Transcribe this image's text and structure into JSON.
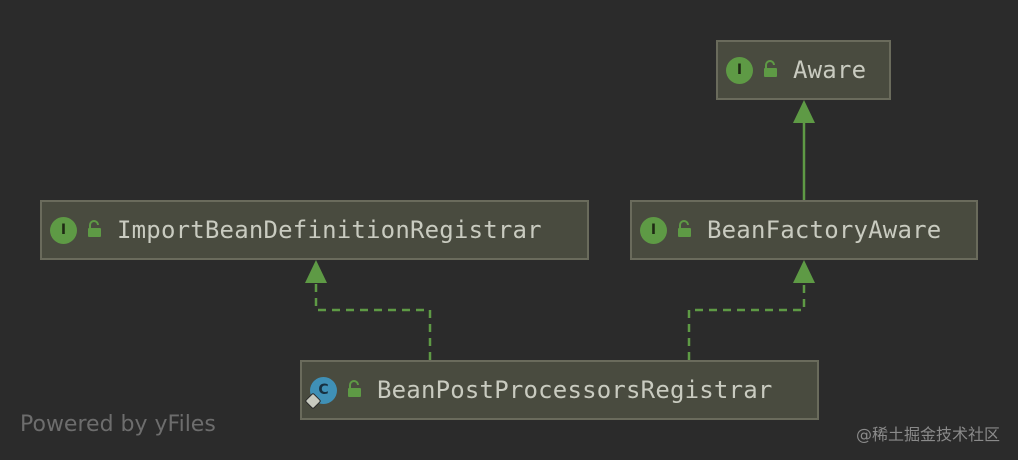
{
  "nodes": {
    "aware": {
      "kind_letter": "I",
      "label": "Aware"
    },
    "import_bean_definition_registrar": {
      "kind_letter": "I",
      "label": "ImportBeanDefinitionRegistrar"
    },
    "bean_factory_aware": {
      "kind_letter": "I",
      "label": "BeanFactoryAware"
    },
    "bean_post_processors_registrar": {
      "kind_letter": "C",
      "label": "BeanPostProcessorsRegistrar"
    }
  },
  "edges": [
    {
      "from": "bean_factory_aware",
      "to": "aware",
      "relation": "extends",
      "style": "solid"
    },
    {
      "from": "bean_post_processors_registrar",
      "to": "import_bean_definition_registrar",
      "relation": "implements",
      "style": "dashed"
    },
    {
      "from": "bean_post_processors_registrar",
      "to": "bean_factory_aware",
      "relation": "implements",
      "style": "dashed"
    }
  ],
  "footer": {
    "powered_by": "Powered by yFiles",
    "watermark": "@稀土掘金技术社区"
  },
  "colors": {
    "background": "#2b2b2b",
    "node_fill": "#494b3f",
    "node_border": "#6a6b5c",
    "text": "#c9cbc0",
    "interface_badge": "#5e9a45",
    "class_badge": "#3f90b6",
    "edge": "#5e9a45"
  },
  "icons": {
    "interface_badge": "interface-badge-icon",
    "class_badge": "class-badge-icon",
    "access": "unlocked-padlock-icon"
  }
}
